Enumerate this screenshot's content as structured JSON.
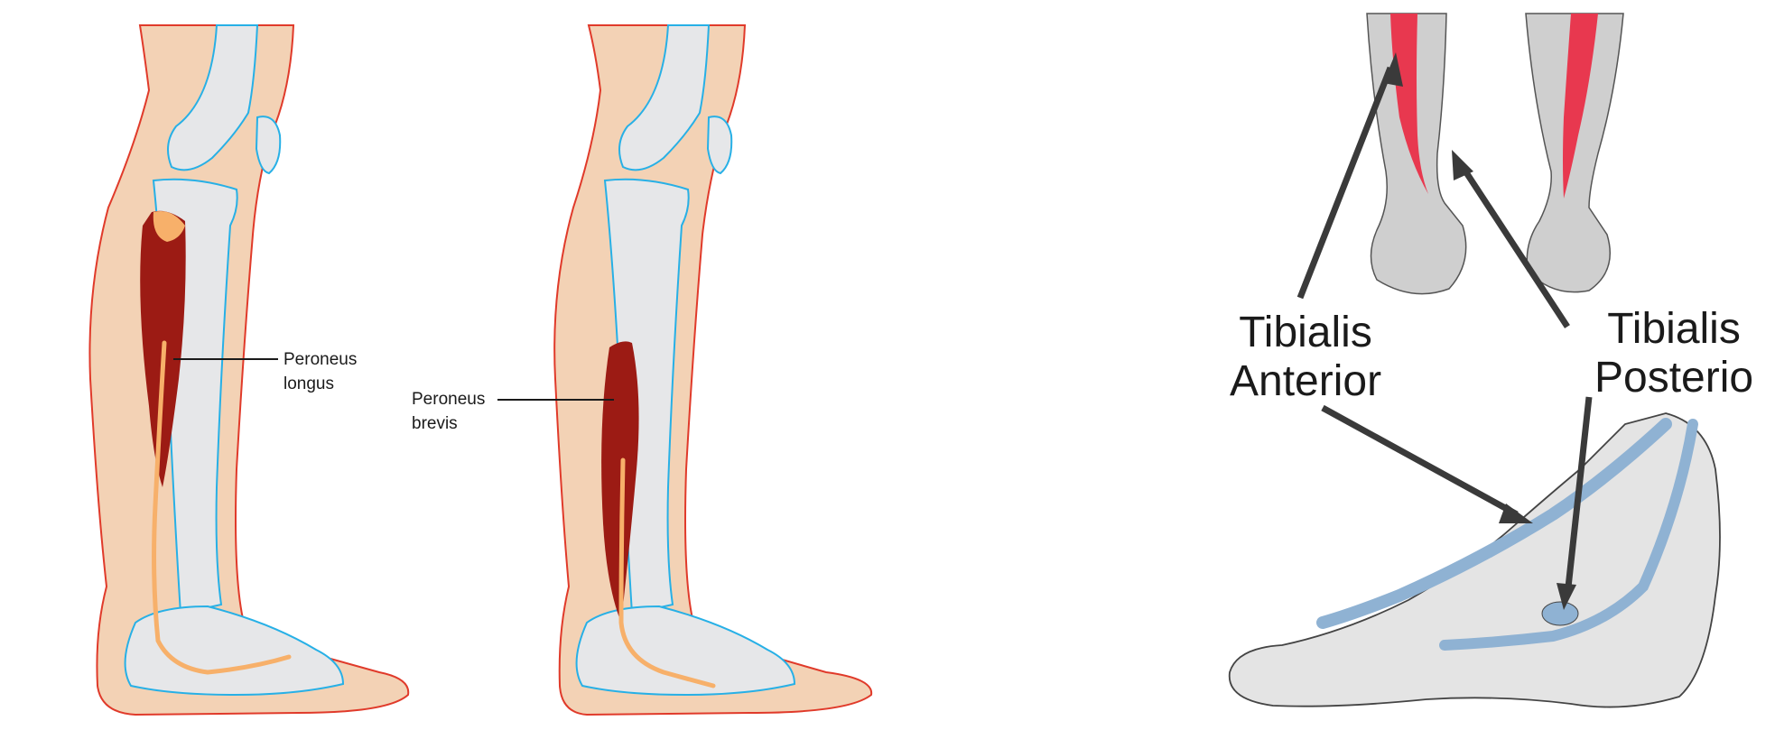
{
  "labels": {
    "peroneus_longus": [
      "Peroneus",
      "longus"
    ],
    "peroneus_brevis": [
      "Peroneus",
      "brevis"
    ],
    "tibialis_anterior": [
      "Tibialis",
      "Anterior"
    ],
    "tibialis_posterior": [
      "Tibialis",
      "Posterio"
    ]
  },
  "colors": {
    "skin": "#f3d2b5",
    "skin_outline": "#e03a2a",
    "bone": "#e6e7e9",
    "bone_outline": "#27b0e6",
    "muscle": "#9c1b14",
    "tendon": "#f7b06a",
    "highlight_red": "#e8384f",
    "tendon_blue": "#8fb2d3",
    "arrow": "#3a3a3a"
  }
}
